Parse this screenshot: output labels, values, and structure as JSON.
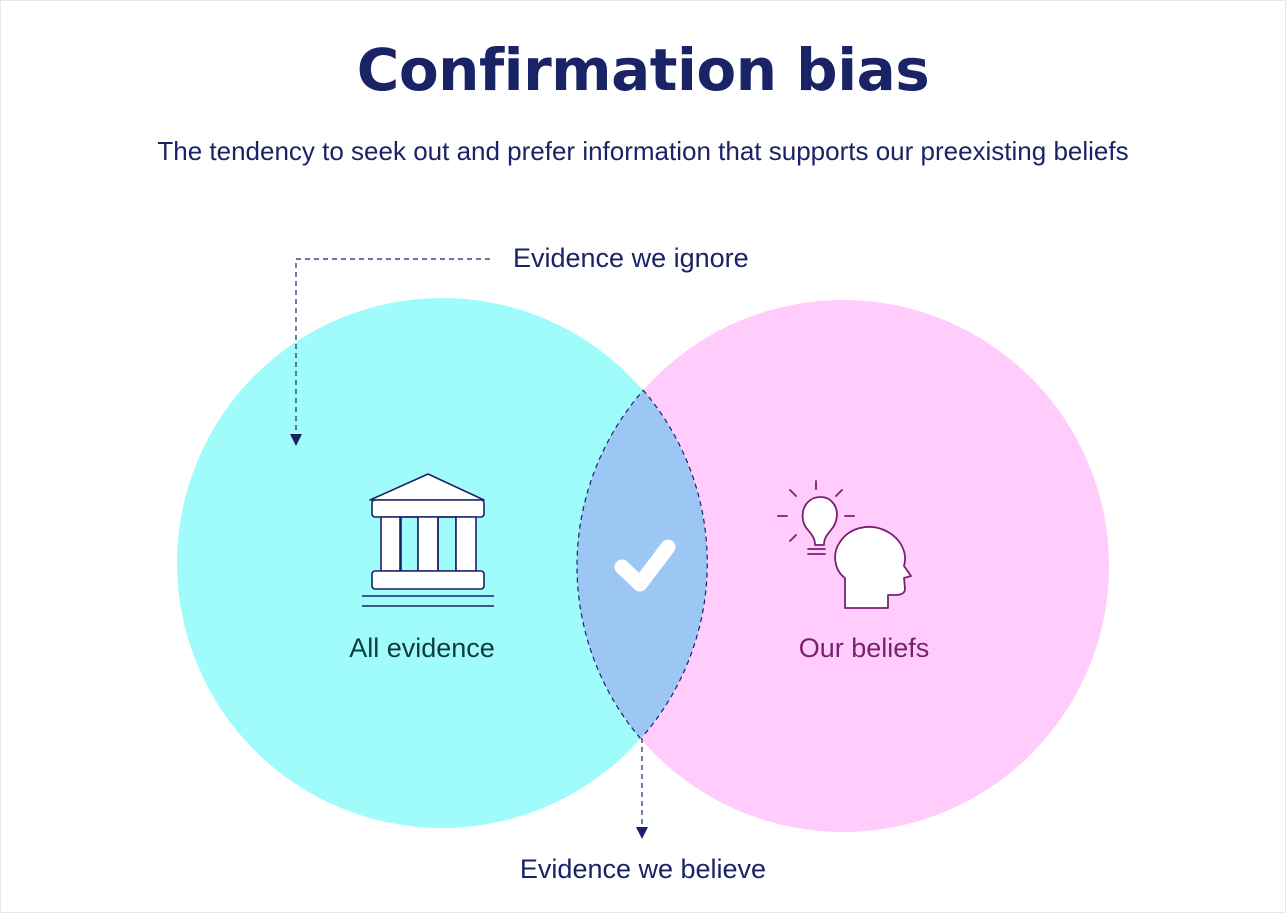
{
  "title": "Confirmation bias",
  "subtitle": "The tendency to seek out and prefer information that supports our preexisting beliefs",
  "venn": {
    "left_set": {
      "label": "All evidence",
      "icon": "bank-building-icon"
    },
    "right_set": {
      "label": "Our beliefs",
      "icon": "head-lightbulb-icon"
    },
    "intersection": {
      "icon": "checkmark-icon"
    },
    "callouts": {
      "top": "Evidence we ignore",
      "bottom": "Evidence we believe"
    }
  },
  "colors": {
    "navy": "#1a2366",
    "left_circle": "#9ffcfb",
    "right_circle": "#ffccfb",
    "overlap": "#9cc6f4",
    "left_label": "#0e3b41",
    "right_label": "#7a1f74",
    "right_icon": "#7a1f74",
    "left_icon": "#1a2366"
  }
}
